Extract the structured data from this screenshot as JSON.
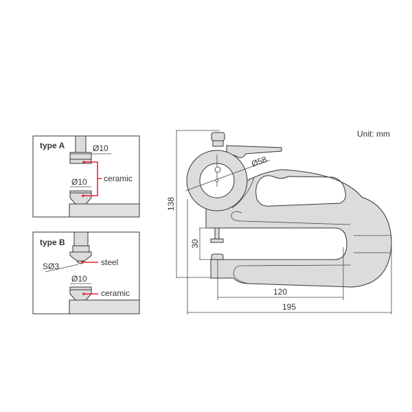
{
  "unit_label": "Unit: mm",
  "type_a": {
    "title": "type A",
    "top_diameter": "Ø10",
    "bottom_diameter": "Ø10",
    "material": "ceramic"
  },
  "type_b": {
    "title": "type B",
    "tip": "SØ3",
    "tip_material": "steel",
    "bottom_diameter": "Ø10",
    "bottom_material": "ceramic"
  },
  "dimensions": {
    "height": "138",
    "gap": "30",
    "depth": "120",
    "length": "195",
    "dial_diameter": "Ø58"
  },
  "colors": {
    "accent": "#e0202a",
    "fill": "#dcdcdc"
  }
}
